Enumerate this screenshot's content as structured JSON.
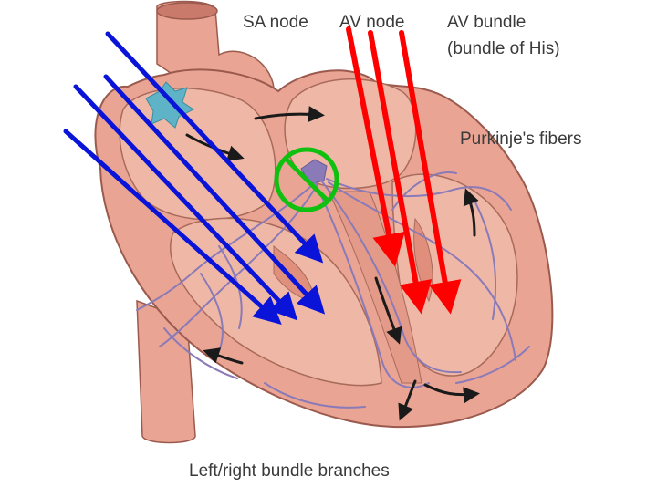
{
  "labels": {
    "sa_node": "SA node",
    "av_node": "AV node",
    "av_bundle": "AV bundle",
    "bundle_of_his": "(bundle of His)",
    "purkinje": "Purkinje's fibers",
    "bundle_branches": "Left/right bundle branches"
  },
  "colors": {
    "heart_fill": "#e9a493",
    "heart_inner": "#efb8a6",
    "heart_outline": "#9a5a4d",
    "fiber_color": "#8a7ab8",
    "sa_node_color": "#5fb3c6",
    "blue_arrow": "#0a14d8",
    "red_arrow": "#ff0000",
    "no_symbol": "#10c010",
    "flow_arrow": "#1a1a1a"
  }
}
